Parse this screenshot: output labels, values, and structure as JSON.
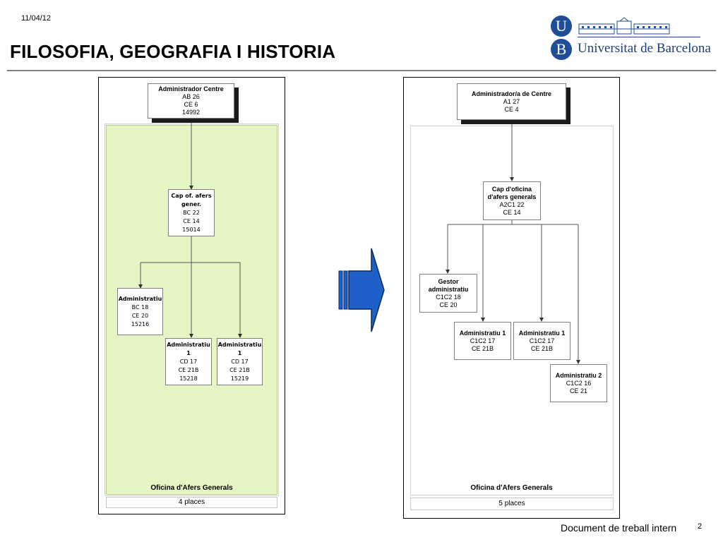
{
  "header": {
    "date": "11/04/12",
    "title": "FILOSOFIA, GEOGRAFIA I HISTORIA",
    "logo": {
      "letter_top": "U",
      "letter_bottom": "B",
      "university": "Universitat de Barcelona",
      "brand_color": "#1f4e96"
    }
  },
  "left": {
    "nodes": {
      "admin": [
        "Administrador Centre",
        "AB 26",
        "CE 6",
        "14992"
      ],
      "cap": [
        "Cap of. afers",
        "gener.",
        "BC 22",
        "CE 14",
        "15014"
      ],
      "adm": [
        "Administratiu",
        "BC 18",
        "CE 20",
        "15216"
      ],
      "adm1a": [
        "Administratiu 1",
        "CD 17",
        "CE 21B",
        "15218"
      ],
      "adm1b": [
        "Administratiu 1",
        "CD 17",
        "CE 21B",
        "15219"
      ]
    },
    "office": "Oficina d'Afers Generals",
    "places": "4 places",
    "area_color": "#e6f5c4"
  },
  "right": {
    "nodes": {
      "admin": [
        "Administrador/a de Centre",
        "A1 27",
        "CE 4"
      ],
      "cap": [
        "Cap d'oficina",
        "d'afers generals",
        "A2C1 22",
        "CE 14"
      ],
      "gestor": [
        "Gestor",
        "administratiu",
        "C1C2 18",
        "CE 20"
      ],
      "adm1a": [
        "Administratiu 1",
        "C1C2 17",
        "CE 21B"
      ],
      "adm1b": [
        "Administratiu 1",
        "C1C2 17",
        "CE 21B"
      ],
      "adm2": [
        "Administratiu 2",
        "C1C2 16",
        "CE 21"
      ]
    },
    "office": "Oficina d'Afers Generals",
    "places": "5 places"
  },
  "arrow": {
    "color": "#1f5fc8"
  },
  "footer": {
    "text": "Document de treball intern",
    "page": "2"
  }
}
